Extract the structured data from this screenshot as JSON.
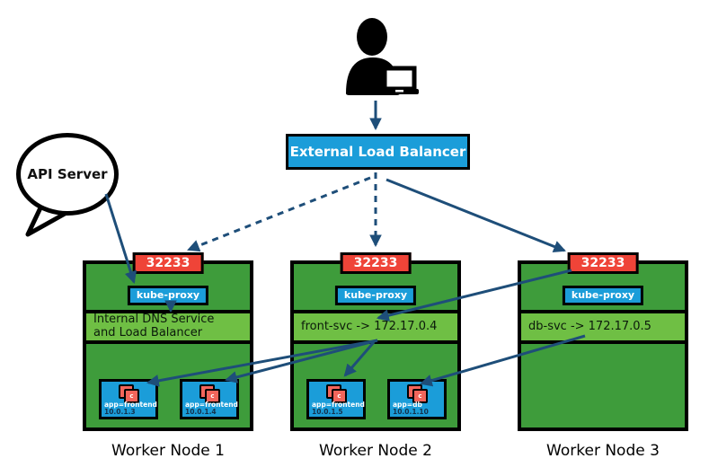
{
  "colors": {
    "background": "#FFFFFF",
    "blue": "#1B9DD9",
    "red": "#EF4438",
    "container_red": "#F2655B",
    "node_green": "#3E9C3B",
    "band_green": "#6FBF44",
    "arrow": "#1E4E79",
    "outline": "#000000"
  },
  "elb": {
    "label": "External Load Balancer"
  },
  "api_server": {
    "label": "API Server"
  },
  "container_glyph": "c",
  "nodes": [
    {
      "label": "Worker Node 1",
      "port": "32233",
      "kube_proxy": "kube-proxy",
      "service_line1": "Internal DNS Service",
      "service_line2": "and Load Balancer",
      "pods": [
        {
          "label": "app=frontend",
          "ip": "10.0.1.3"
        },
        {
          "label": "app=frontend",
          "ip": "10.0.1.4"
        }
      ]
    },
    {
      "label": "Worker Node 2",
      "port": "32233",
      "kube_proxy": "kube-proxy",
      "service_line1": "front-svc -> 172.17.0.4",
      "service_line2": "",
      "pods": [
        {
          "label": "app=frontend",
          "ip": "10.0.1.5"
        },
        {
          "label": "app=db",
          "ip": "10.0.1.10"
        }
      ]
    },
    {
      "label": "Worker Node 3",
      "port": "32233",
      "kube_proxy": "kube-proxy",
      "service_line1": "db-svc -> 172.17.0.5",
      "service_line2": "",
      "pods": []
    }
  ]
}
